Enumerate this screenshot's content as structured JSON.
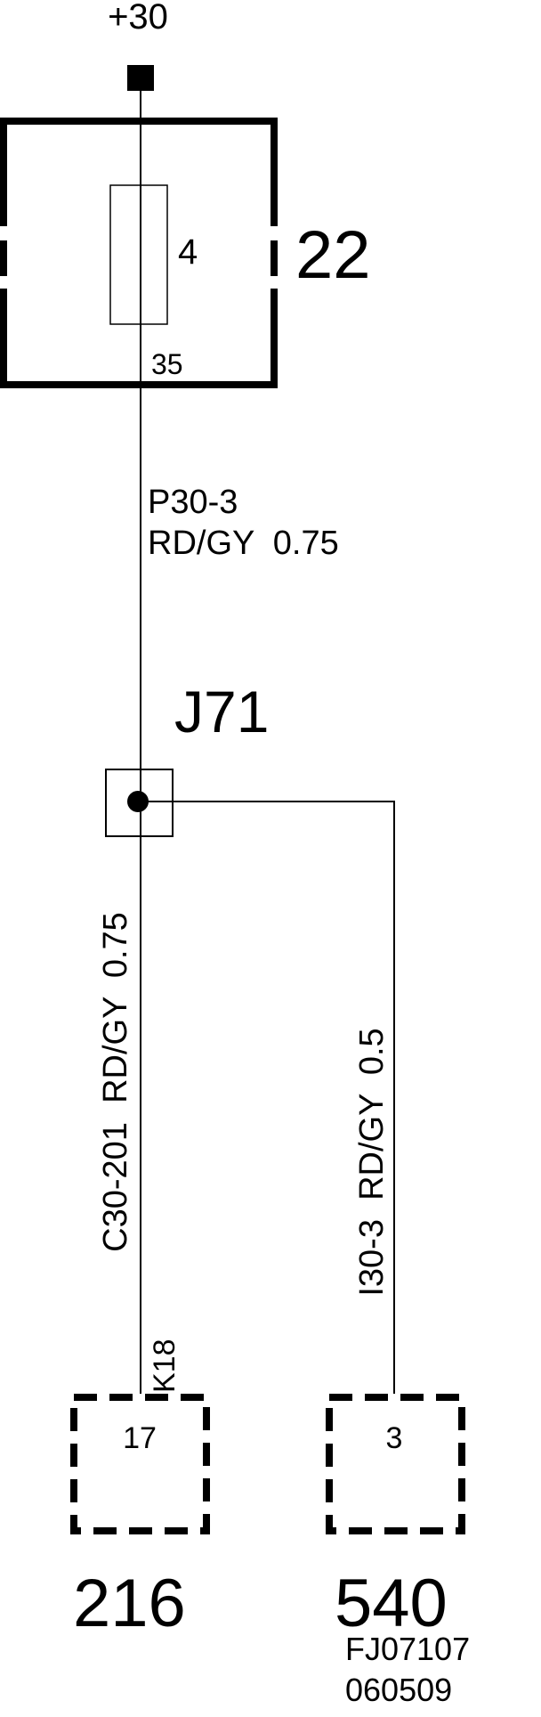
{
  "supply": {
    "label": "+30"
  },
  "fuse_box": {
    "ref": "22",
    "fuse_number": "4",
    "pin": "35"
  },
  "wire_top": {
    "circuit": "P30-3",
    "spec": "RD/GY  0.75"
  },
  "junction": {
    "ref": "J71"
  },
  "wire_left": {
    "label": "C30-201  RD/GY  0.75"
  },
  "wire_right": {
    "label": "I30-3  RD/GY  0.5"
  },
  "connector_left": {
    "ref": "216",
    "pin": "17",
    "cavity": "K18"
  },
  "connector_right": {
    "ref": "540",
    "pin": "3"
  },
  "footer": {
    "drawing_id": "FJ07107",
    "date_code": "060509"
  },
  "colors": {
    "ink": "#000000",
    "background": "#ffffff"
  }
}
